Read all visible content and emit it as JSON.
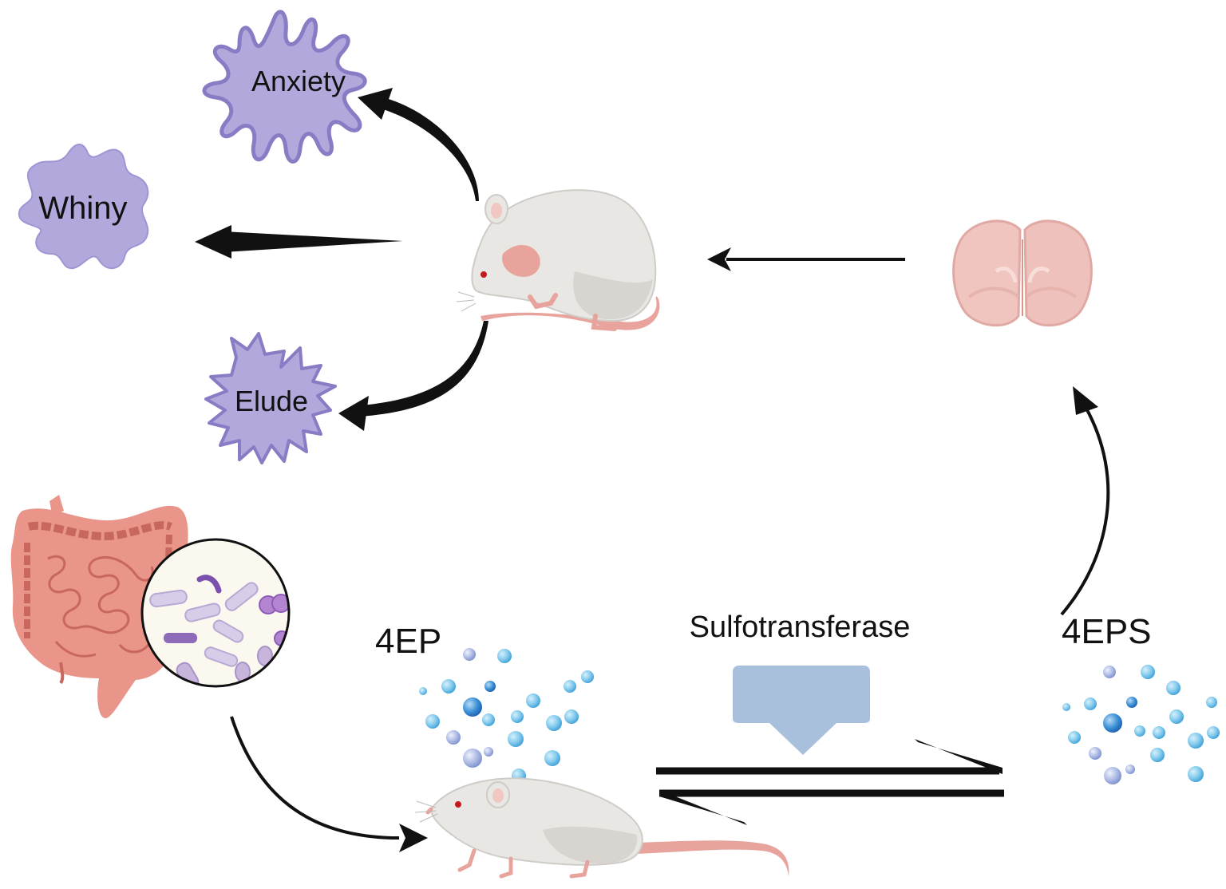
{
  "labels": {
    "anxiety": "Anxiety",
    "whiny": "Whiny",
    "elude": "Elude",
    "four_ep": "4EP",
    "four_eps": "4EPS",
    "enzyme": "Sulfotransferase"
  },
  "icons": [
    "anxiety-blob",
    "whiny-blob",
    "elude-blob",
    "grooming-mouse-icon",
    "brain-section-icon",
    "intestine-icon",
    "gut-bacteria-magnifier-icon",
    "mouse-icon",
    "molecule-dots"
  ],
  "colors": {
    "blob_fill": "#b2a8dc",
    "blob_stroke": "#8a7cc4",
    "arrow": "#111111",
    "intestine": "#e9958a",
    "intestine_dark": "#c8675e",
    "brain": "#f0c4bf",
    "mouse_body": "#e9e7e4",
    "mouse_shadow": "#cfccc8",
    "mouse_pink": "#e8a39c",
    "dot": "#7ec8ec",
    "dot_dark": "#3a8fd4",
    "enzyme_box": "#a9c0dc"
  }
}
